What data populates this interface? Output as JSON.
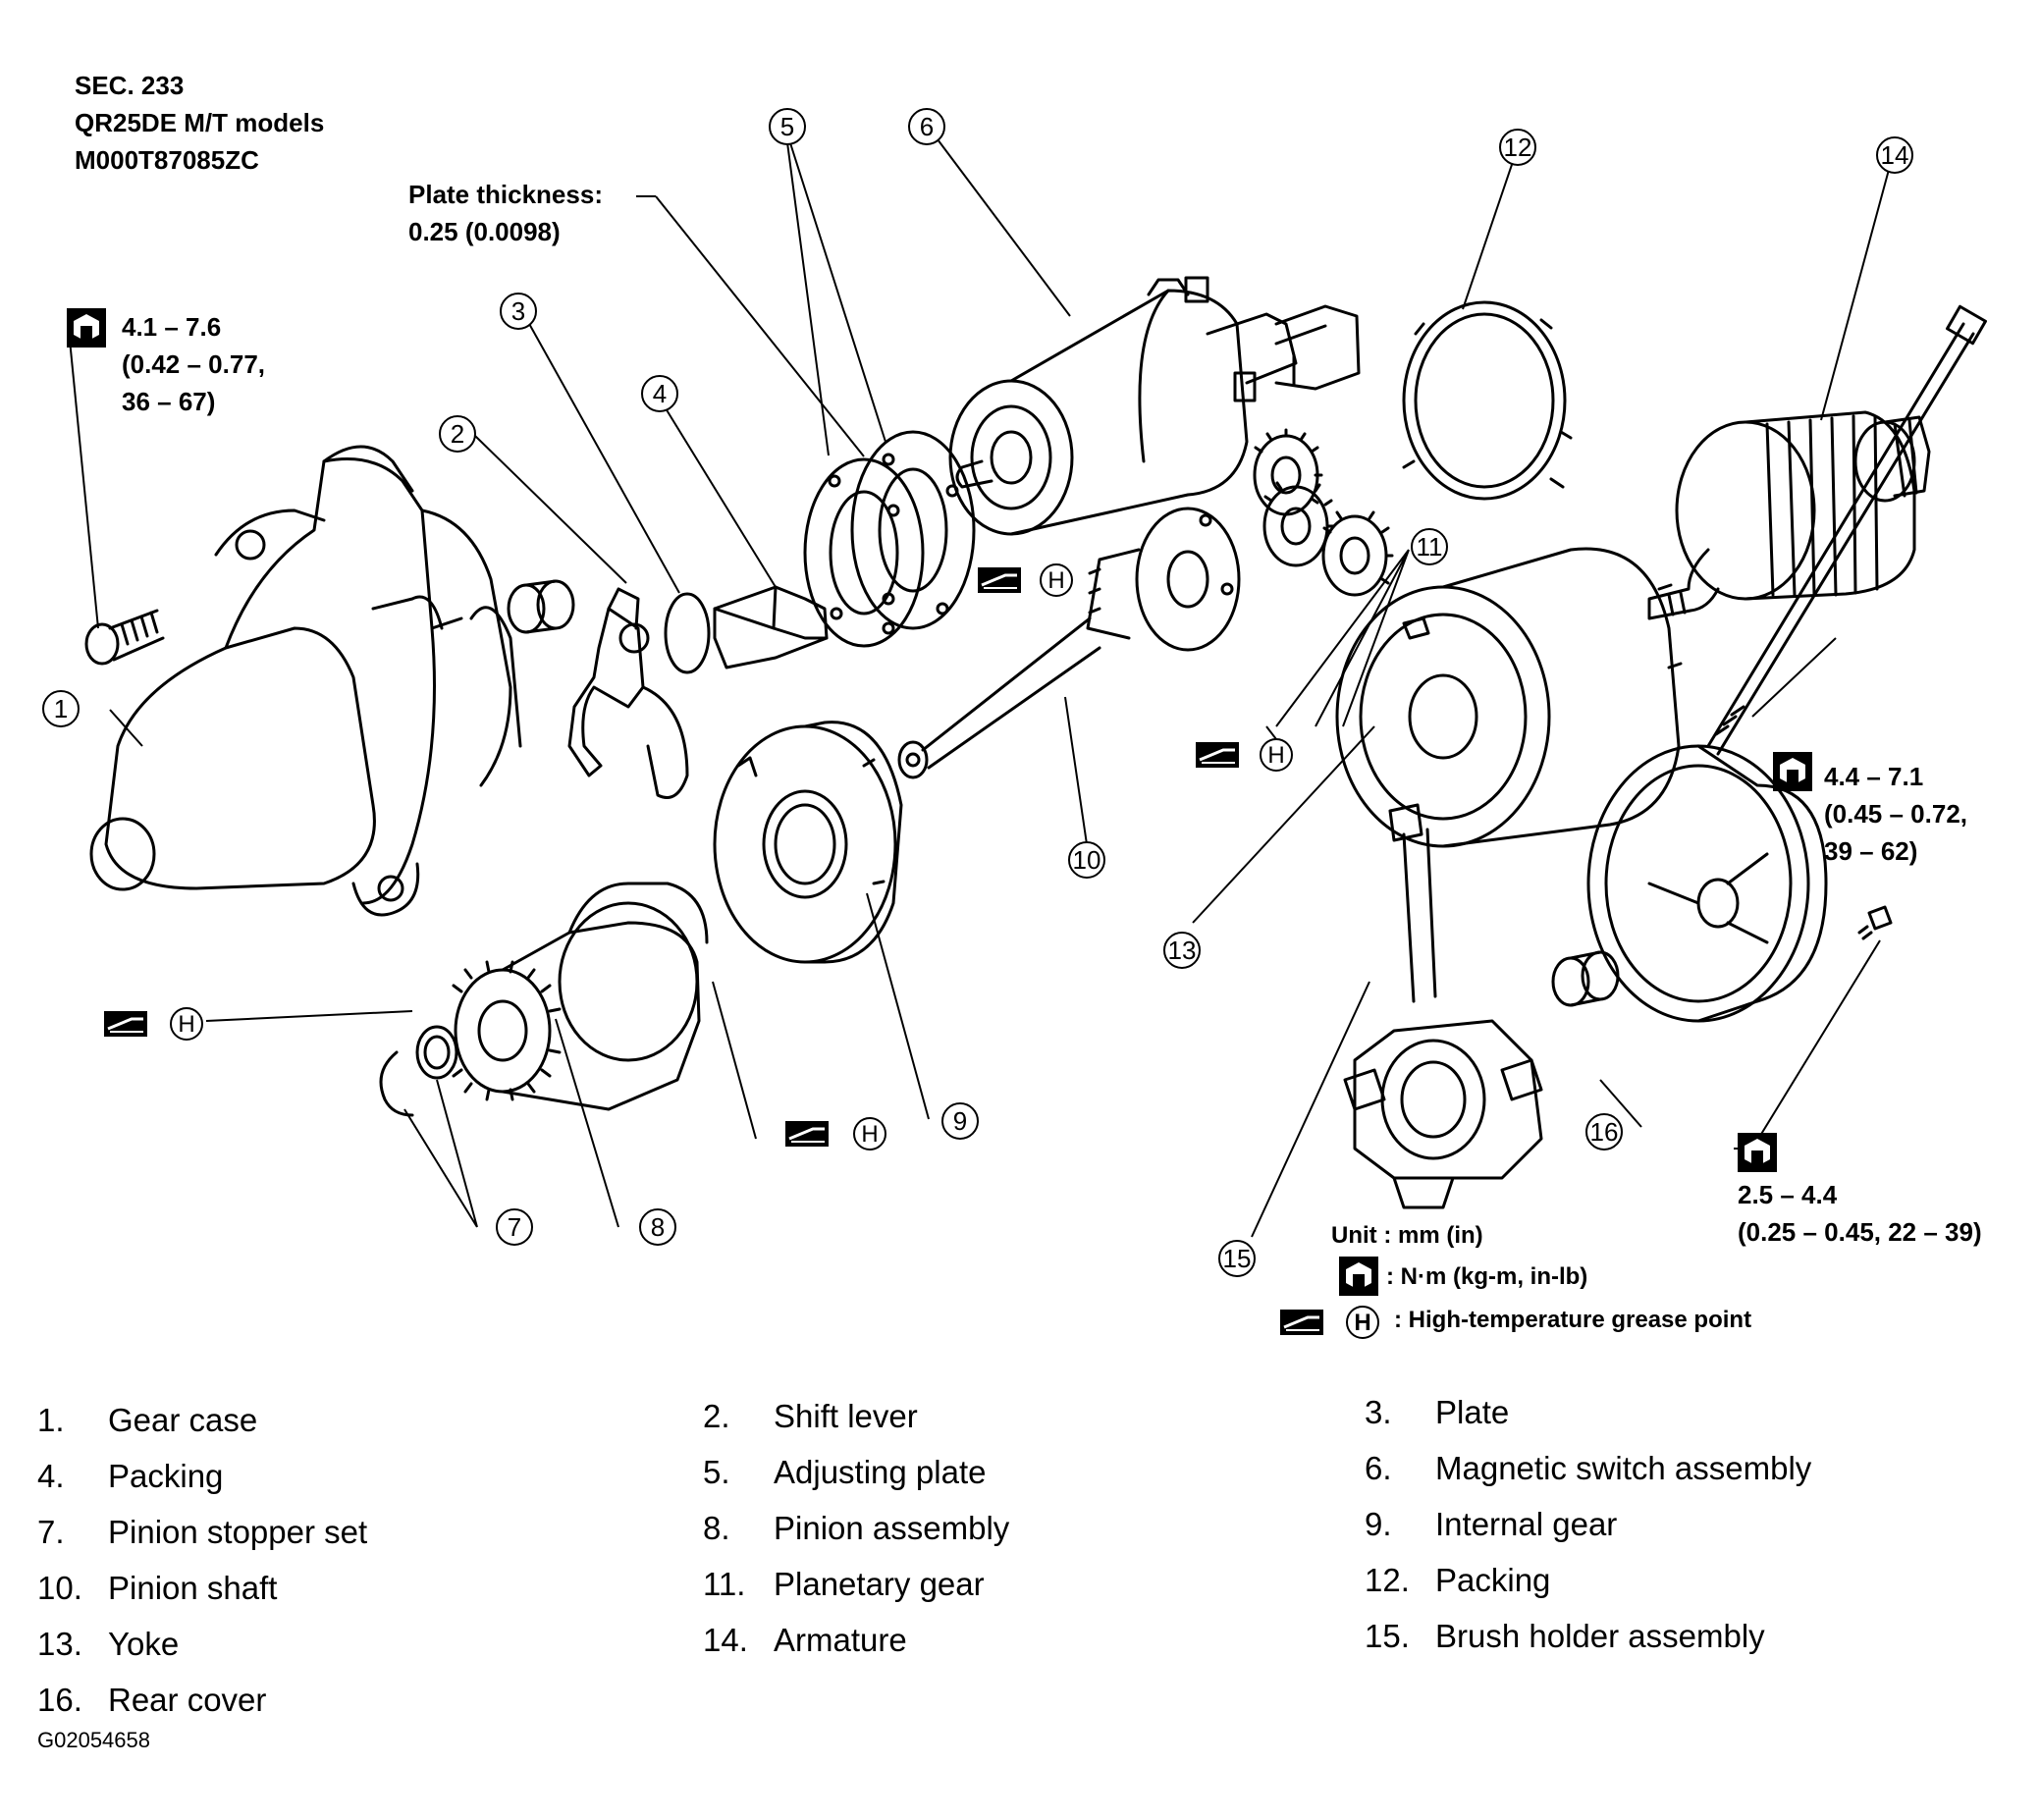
{
  "header": {
    "section": "SEC. 233",
    "model": "QR25DE M/T models",
    "code": "M000T87085ZC"
  },
  "callouts": [
    "1",
    "2",
    "3",
    "4",
    "5",
    "6",
    "7",
    "8",
    "9",
    "10",
    "11",
    "12",
    "13",
    "14",
    "15",
    "16"
  ],
  "notes": {
    "plate_thickness_label": "Plate thickness:",
    "plate_thickness_value": "0.25 (0.0098)",
    "grease_symbol_letter": "H"
  },
  "torque_specs": {
    "t1": {
      "line1": "4.1 – 7.6",
      "line2": "(0.42 – 0.77,",
      "line3": "36 – 67)"
    },
    "t2": {
      "line1": "4.4 – 7.1",
      "line2": "(0.45 – 0.72,",
      "line3": "39 – 62)"
    },
    "t3": {
      "line1": "2.5 – 4.4",
      "line2": "(0.25 – 0.45, 22 – 39)"
    }
  },
  "key": {
    "unit": "Unit : mm (in)",
    "torque": ": N·m (kg-m, in-lb)",
    "grease": ": High-temperature grease point"
  },
  "parts_legend": [
    {
      "num": "1.",
      "name": "Gear case"
    },
    {
      "num": "2.",
      "name": "Shift lever"
    },
    {
      "num": "3.",
      "name": "Plate"
    },
    {
      "num": "4.",
      "name": "Packing"
    },
    {
      "num": "5.",
      "name": "Adjusting plate"
    },
    {
      "num": "6.",
      "name": "Magnetic switch assembly"
    },
    {
      "num": "7.",
      "name": "Pinion stopper set"
    },
    {
      "num": "8.",
      "name": "Pinion assembly"
    },
    {
      "num": "9.",
      "name": "Internal gear"
    },
    {
      "num": "10.",
      "name": "Pinion shaft"
    },
    {
      "num": "11.",
      "name": "Planetary gear"
    },
    {
      "num": "12.",
      "name": "Packing"
    },
    {
      "num": "13.",
      "name": "Yoke"
    },
    {
      "num": "14.",
      "name": "Armature"
    },
    {
      "num": "15.",
      "name": "Brush holder assembly"
    },
    {
      "num": "16.",
      "name": "Rear cover"
    }
  ],
  "figure_id": "G02054658"
}
